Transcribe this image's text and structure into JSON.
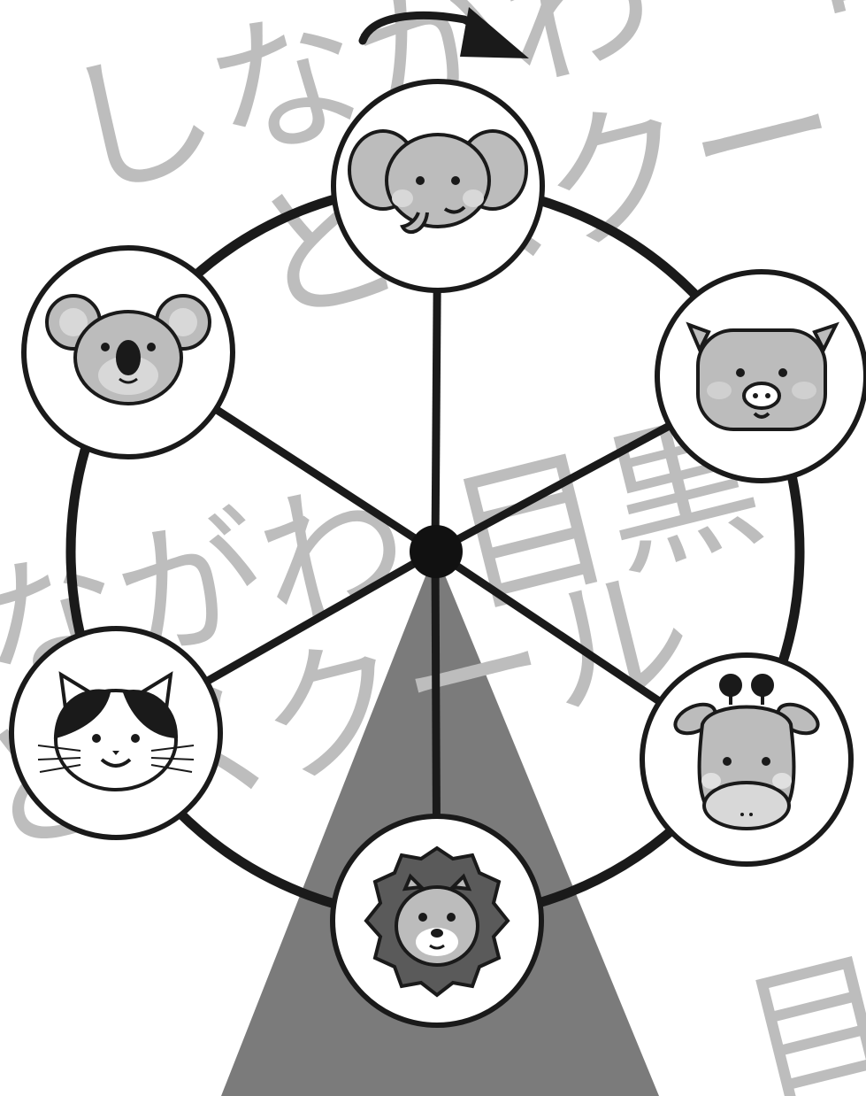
{
  "diagram": {
    "type": "ferris-wheel",
    "rotation_direction": "clockwise",
    "gondolas": [
      {
        "position": "top",
        "animal": "elephant",
        "icon": "elephant-icon"
      },
      {
        "position": "upper-right",
        "animal": "pig",
        "icon": "pig-icon"
      },
      {
        "position": "lower-right",
        "animal": "giraffe",
        "icon": "giraffe-icon"
      },
      {
        "position": "bottom",
        "animal": "lion",
        "icon": "lion-icon"
      },
      {
        "position": "lower-left",
        "animal": "cat",
        "icon": "cat-icon"
      },
      {
        "position": "upper-left",
        "animal": "koala",
        "icon": "koala-icon"
      }
    ]
  },
  "watermark": {
    "line1": "しながわ・目",
    "line2": "とスクー",
    "line3": "目黒",
    "line4": "ながわ",
    "line5": "とスクール",
    "line6": "目"
  },
  "colors": {
    "wheel": "#1a1a1a",
    "support": "#7b7b7b",
    "watermark": "#bdbdbd",
    "animal_gray": "#bcbcbc",
    "cheek": "#d0d0d0"
  }
}
